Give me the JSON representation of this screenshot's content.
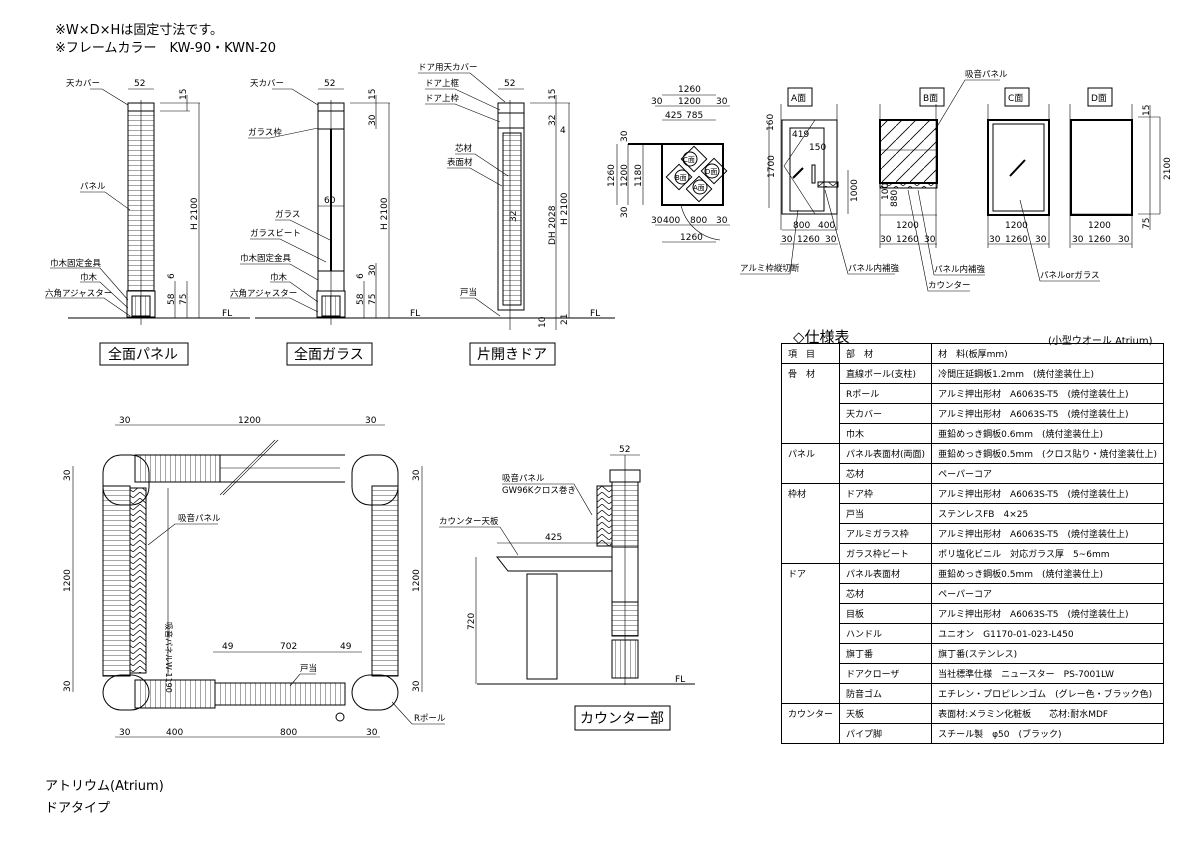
{
  "header": {
    "note1": "※W×D×Hは固定寸法です。",
    "note2": "※フレームカラー　KW-90・KWN-20"
  },
  "sec_panel": {
    "title": "全面パネル",
    "cover": "天カバー",
    "panel": "パネル",
    "bracket": "巾木固定金具",
    "baseboard": "巾木",
    "adjuster": "六角アジャスター",
    "w": "52",
    "d15": "15",
    "h": "H 2100",
    "d6": "6",
    "d58": "58",
    "d75": "75",
    "fl": "FL"
  },
  "sec_glass": {
    "title": "全面ガラス",
    "cover": "天カバー",
    "glass_frame": "ガラス枠",
    "glass": "ガラス",
    "bead": "ガラスビート",
    "bracket": "巾木固定金具",
    "baseboard": "巾木",
    "adjuster": "六角アジャスター",
    "w": "52",
    "d15": "15",
    "d30a": "30",
    "d60": "60",
    "h": "H 2100",
    "d6": "6",
    "d30b": "30",
    "d58": "58",
    "d75": "75",
    "fl": "FL"
  },
  "sec_door": {
    "title": "片開きドア",
    "cover": "ドア用天カバー",
    "rail": "ドア上框",
    "frame": "ドア上枠",
    "core": "芯材",
    "surface": "表面材",
    "stop": "戸当",
    "w": "52",
    "d15": "15",
    "d32": "32",
    "d4": "4",
    "d32b": "32",
    "dh": "DH 2028",
    "h": "H 2100",
    "d21": "21",
    "d10": "10",
    "fl": "FL"
  },
  "plan_small": {
    "w_total": "1260",
    "d30a": "30",
    "w1200": "1200",
    "d30b": "30",
    "d425": "425",
    "d785": "785",
    "h1260": "1260",
    "h1200": "1200",
    "h1180": "1180",
    "h30a": "30",
    "h30b": "30",
    "face_c": "C面",
    "face_d": "D面",
    "face_b": "B面",
    "face_a": "A面",
    "b30a": "30",
    "b400": "400",
    "b800": "800",
    "b30b": "30",
    "b1260": "1260"
  },
  "elevations": {
    "a": {
      "title": "A面",
      "d160": "160",
      "d419": "419",
      "d150": "150",
      "d1700": "1700",
      "d1000": "1000",
      "d800": "800",
      "d400": "400",
      "d30a": "30",
      "d1260": "1260",
      "d30b": "30"
    },
    "b": {
      "title": "B面",
      "d100": "100",
      "d880": "880",
      "d1200": "1200",
      "d30a": "30",
      "d1260": "1260",
      "d30b": "30"
    },
    "c": {
      "title": "C面",
      "d1200": "1200",
      "d30a": "30",
      "d1260": "1260",
      "d30b": "30"
    },
    "d": {
      "title": "D面",
      "d1200": "1200",
      "d30a": "30",
      "d1260": "1260",
      "d30b": "30",
      "d15": "15",
      "d2100": "2100",
      "d75": "75"
    },
    "callouts": {
      "sound_panel": "吸音パネル",
      "alu_section": "アルミ枠縦切断",
      "reinforce1": "パネル内補強",
      "counter": "カウンター",
      "reinforce2": "パネル内補強",
      "panel_or_glass": "パネルorガラス"
    }
  },
  "spec": {
    "title": "◇仕様表",
    "subtitle": "(小型ウオール Atrium)",
    "header": [
      "項　目",
      "部　材",
      "材　料(板厚mm)"
    ],
    "rows": [
      [
        "骨　材",
        "直線ポール(支柱)",
        "冷間圧延鋼板1.2mm　(焼付塗装仕上)"
      ],
      [
        "",
        "Rポール",
        "アルミ押出形材　A6063S-T5　(焼付塗装仕上)"
      ],
      [
        "",
        "天カバー",
        "アルミ押出形材　A6063S-T5　(焼付塗装仕上)"
      ],
      [
        "",
        "巾木",
        "亜鉛めっき鋼板0.6mm　(焼付塗装仕上)"
      ],
      [
        "パネル",
        "パネル表面材(両面)",
        "亜鉛めっき鋼板0.5mm　(クロス貼り・焼付塗装仕上)"
      ],
      [
        "",
        "芯材",
        "ペーパーコア"
      ],
      [
        "枠材",
        "ドア枠",
        "アルミ押出形材　A6063S-T5　(焼付塗装仕上)"
      ],
      [
        "",
        "戸当",
        "ステンレスFB　4×25"
      ],
      [
        "",
        "アルミガラス枠",
        "アルミ押出形材　A6063S-T5　(焼付塗装仕上)"
      ],
      [
        "",
        "ガラス枠ビート",
        "ポリ塩化ビニル　対応ガラス厚　5~6mm"
      ],
      [
        "ドア",
        "パネル表面材",
        "亜鉛めっき鋼板0.5mm　(焼付塗装仕上)"
      ],
      [
        "",
        "芯材",
        "ペーパーコア"
      ],
      [
        "",
        "目板",
        "アルミ押出形材　A6063S-T5　(焼付塗装仕上)"
      ],
      [
        "",
        "ハンドル",
        "ユニオン　G1170-01-023-L450"
      ],
      [
        "",
        "旗丁番",
        "旗丁番(ステンレス)"
      ],
      [
        "",
        "ドアクローザ",
        "当社標準仕様　ニュースター　PS-7001LW"
      ],
      [
        "",
        "防音ゴム",
        "エチレン・プロピレンゴム　(グレー色・ブラック色)"
      ],
      [
        "カウンター",
        "天板",
        "表面材:メラミン化粧板　　芯材:耐水MDF"
      ],
      [
        "",
        "パイプ脚",
        "スチール製　φ50　(ブラック)"
      ]
    ]
  },
  "plan_big": {
    "t30a": "30",
    "t1200": "1200",
    "t30b": "30",
    "l30a": "30",
    "l1200": "1200",
    "l30b": "30",
    "r30a": "30",
    "r1200": "1200",
    "r30b": "30",
    "sound_panel": "吸音パネル",
    "sound_panel_w": "吸音パネルW-1190",
    "d49a": "49",
    "d702": "702",
    "d49b": "49",
    "stop": "戸当",
    "b30a": "30",
    "b400": "400",
    "b800": "800",
    "b30b": "30",
    "rpole": "Rポール"
  },
  "counter": {
    "title": "カウンター部",
    "w": "52",
    "panel": "吸音パネル",
    "panel_note": "GW96Kクロス巻き",
    "top": "カウンター天板",
    "d425": "425",
    "d720": "720",
    "fl": "FL"
  },
  "footer": {
    "name": "アトリウム(Atrium)",
    "type": "ドアタイプ"
  }
}
